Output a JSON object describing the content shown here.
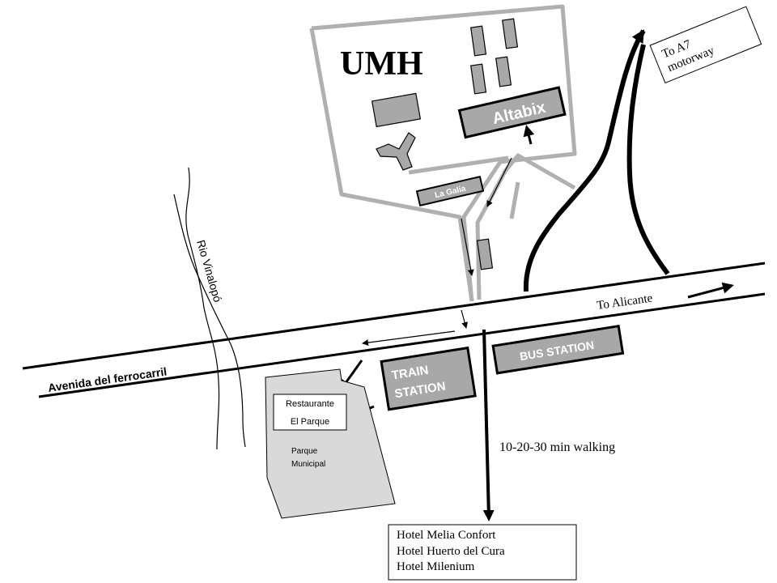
{
  "campus": {
    "name": "UMH",
    "altabix_label": "Altabix",
    "la_galia_label": "La Galia"
  },
  "roads": {
    "avenue_label": "Avenida del ferrocarril",
    "river_label": "Rio Vinalopó",
    "to_alicante_label": "To Alicante",
    "to_a7_line1": "To A7",
    "to_a7_line2": "motorway"
  },
  "stations": {
    "train_line1": "TRAIN",
    "train_line2": "STATION",
    "bus_label": "BUS STATION"
  },
  "park": {
    "restaurant_line1": "Restaurante",
    "restaurant_line2": "El Parque",
    "park_line1": "Parque",
    "park_line2": "Municipal"
  },
  "walking": {
    "label": "10-20-30 min walking"
  },
  "hotels": {
    "list": [
      "Hotel Melia Confort",
      "Hotel Huerto del Cura",
      "Hotel Milenium"
    ]
  },
  "colors": {
    "outline_gray": "#b0b0b0",
    "building_fill": "#a8a8a8",
    "park_fill": "#d9d9d9",
    "ink": "#000000"
  }
}
